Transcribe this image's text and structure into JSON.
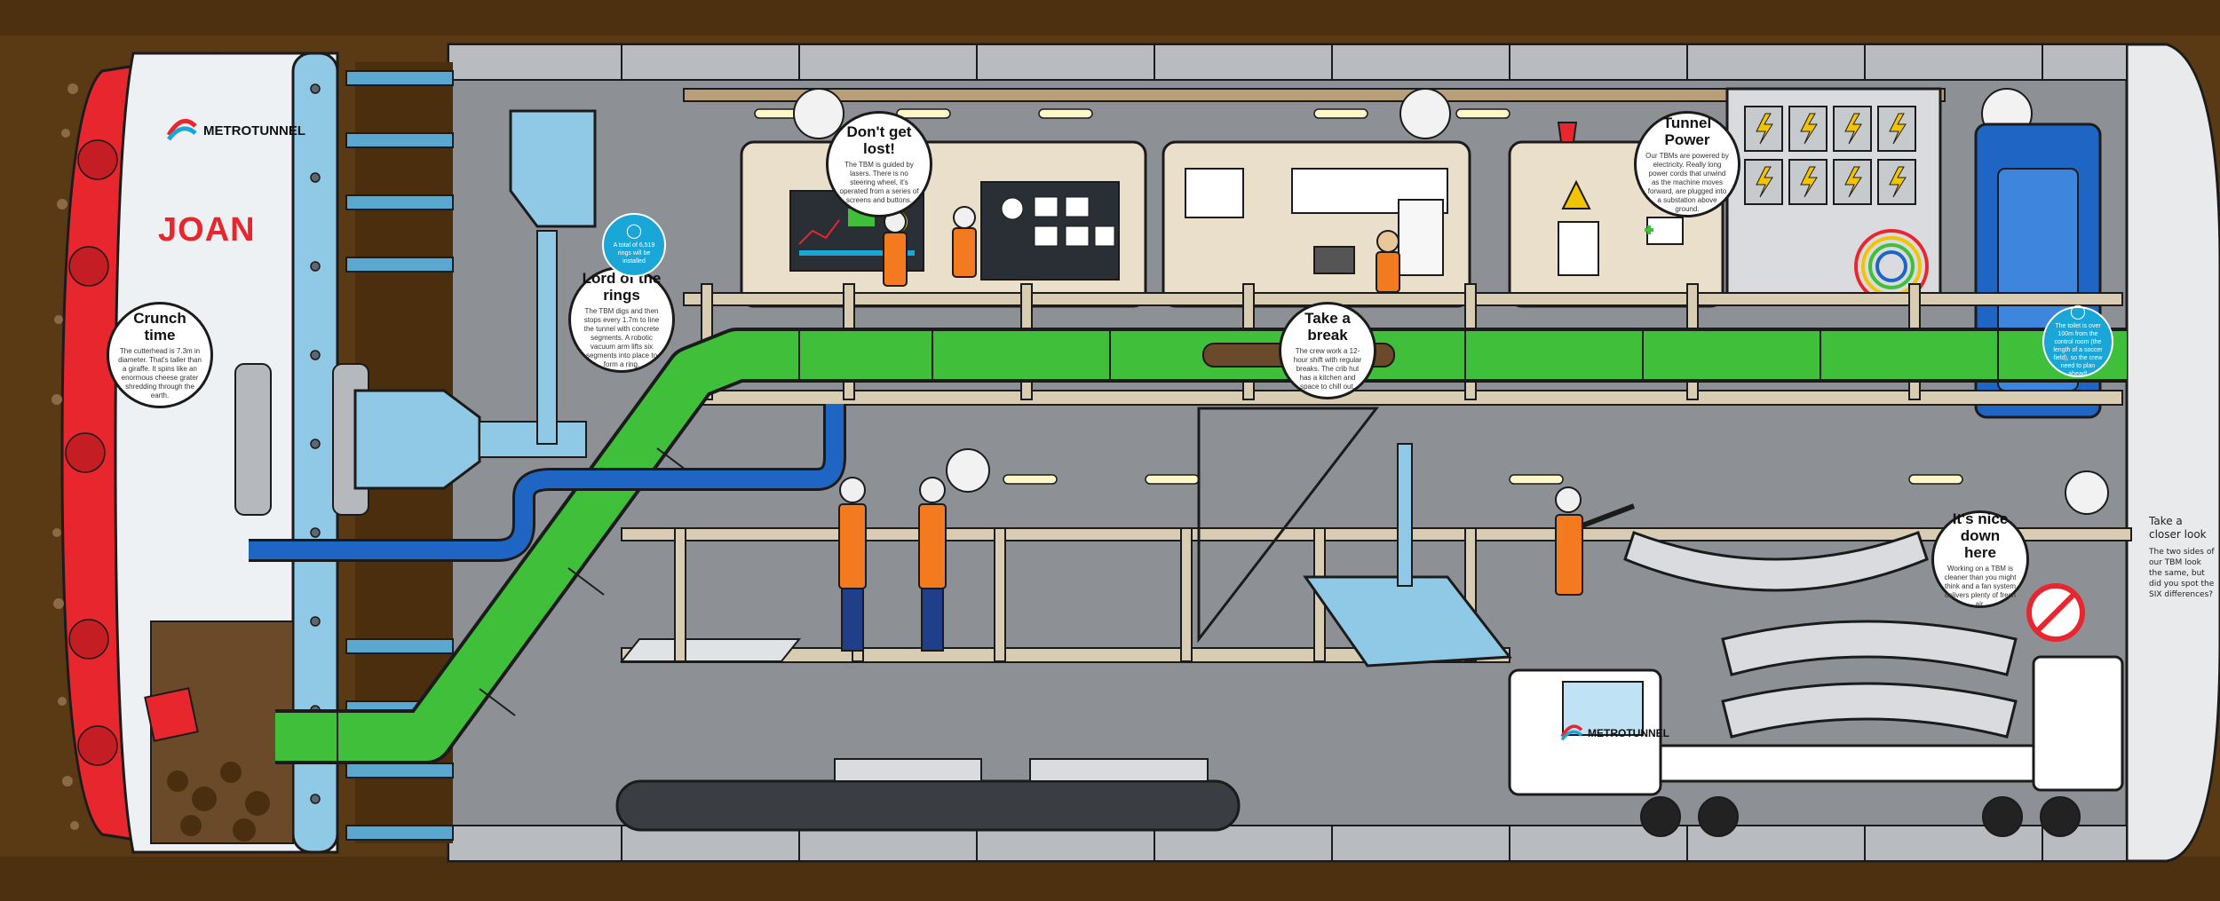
{
  "brand": {
    "name": "METROTUNNEL",
    "machine_name": "JOAN"
  },
  "callouts": {
    "crunch": {
      "title": "Crunch time",
      "body": "The cutterhead is 7.3m in diameter. That's taller than a giraffe. It spins like an enormous cheese grater shredding through the earth."
    },
    "rings": {
      "title": "Lord of the rings",
      "body": "The TBM digs and then stops every 1.7m to line the tunnel with concrete segments. A robotic vacuum arm lifts six segments into place to form a ring."
    },
    "lost": {
      "title": "Don't get lost!",
      "body": "The TBM is guided by lasers. There is no steering wheel, it's operated from a series of screens and buttons."
    },
    "break": {
      "title": "Take a break",
      "body": "The crew work a 12-hour shift with regular breaks. The crib hut has a kitchen and space to chill out."
    },
    "power": {
      "title": "Tunnel Power",
      "body": "Our TBMs are powered by electricity. Really long power cords that unwind as the machine moves forward, are plugged into a substation above ground."
    },
    "nice": {
      "title": "It's nice down here",
      "body": "Working on a TBM is cleaner than you might think and a fan system delivers plenty of fresh air."
    }
  },
  "facts": {
    "rings_fact": {
      "icon": "info-icon",
      "body": "A total of 6,519 rings will be installed"
    },
    "toilet_fact": {
      "icon": "info-icon",
      "body": "The toilet is over 100m from the control room (the length of a soccer field), so the crew need to plan ahead!"
    }
  },
  "closer_look": {
    "title": "Take a closer look",
    "body": "The two sides of our TBM look the same, but did you spot the SIX differences?"
  },
  "colors": {
    "shield_red": "#e8262d",
    "tunnel_grey": "#8d9196",
    "pipe_green": "#3fbf3a",
    "pipe_blue": "#1f66c4",
    "accent_blue": "#1aa7d8",
    "soil": "#5a3a14"
  }
}
